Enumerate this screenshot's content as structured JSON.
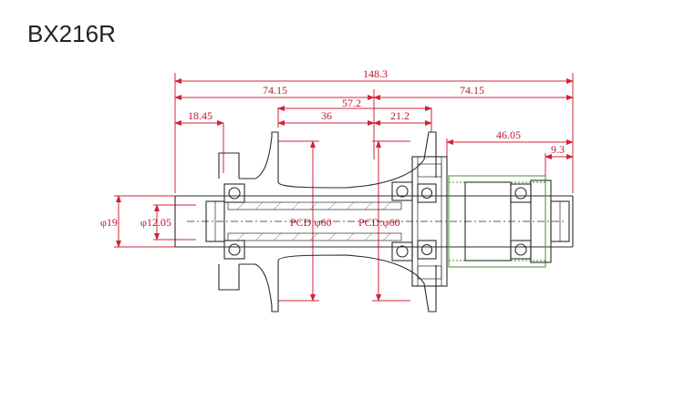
{
  "title": "BX216R",
  "dimensions": {
    "overall": "148.3",
    "half_left": "74.15",
    "half_right": "74.15",
    "flange_spacing": "57.2",
    "left_flange_to_center": "36",
    "center_to_right_flange": "21.2",
    "left_locknut_to_flange": "18.45",
    "freehub_length": "46.05",
    "end_offset": "9.3",
    "axle_diameter": "φ19",
    "end_diameter": "φ12.05",
    "pcd_left": "PCD:φ60",
    "pcd_right": "PCD:φ60"
  },
  "colors": {
    "dimension": "#c0152a",
    "outline": "#2a2a2a",
    "freehub_body": "#4a8a3a"
  }
}
